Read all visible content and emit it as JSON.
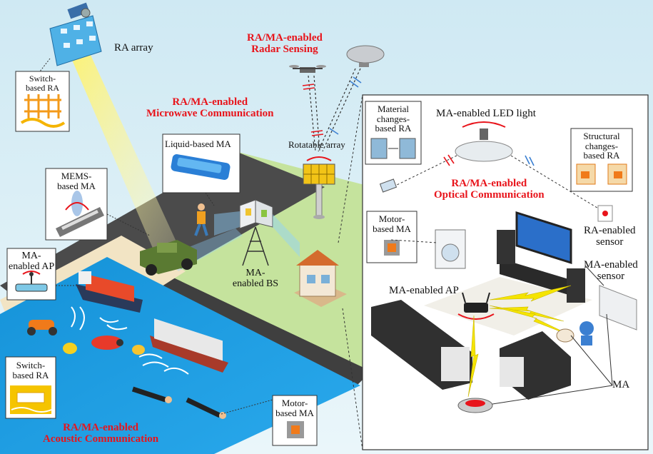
{
  "labels": {
    "ra_array": "RA array",
    "switch_based_ra_top": "Switch-\nbased RA",
    "radar_sensing": "RA/MA-enabled\nRadar Sensing",
    "microwave_comm": "RA/MA-enabled\nMicrowave Communication",
    "liquid_based_ma": "Liquid-based MA",
    "rotatable_array": "Rotatable array",
    "mems_based_ma": "MEMS-\nbased MA",
    "ma_enabled_ap_left": "MA-\nenabled AP",
    "ma_enabled_bs": "MA-\nenabled BS",
    "switch_based_ra_bottom": "Switch-\nbased RA",
    "acoustic_comm": "RA/MA-enabled\nAcoustic Communication",
    "motor_based_ma_bottom": "Motor-\nbased MA",
    "material_changes_ra": "Material\nchanges-\nbased RA",
    "ma_enabled_led": "MA-enabled LED light",
    "structural_changes_ra": "Structural\nchanges-\nbased RA",
    "optical_comm": "RA/MA-enabled\nOptical Communication",
    "motor_based_ma_room": "Motor-\nbased MA",
    "ra_enabled_sensor": "RA-enabled\nsensor",
    "ma_enabled_sensor": "MA-enabled\nsensor",
    "ma_enabled_ap_room": "MA-enabled AP",
    "ma": "MA"
  },
  "colors": {
    "sky": "#d6ecf4",
    "grass": "#c4e29a",
    "road": "#4a4a4a",
    "sand": "#f3e6c8",
    "sea": "#1d9be0",
    "accent_red": "#e8141b"
  }
}
